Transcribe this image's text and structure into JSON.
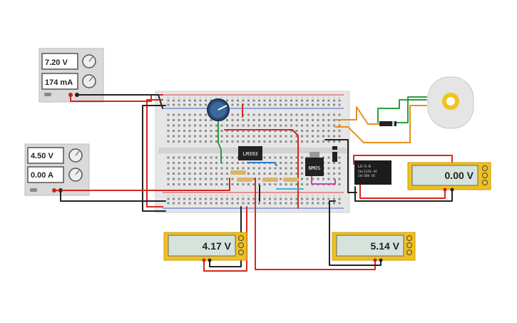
{
  "supply1": {
    "voltage": "7.20 V",
    "current": "174 mA"
  },
  "supply2": {
    "voltage": "4.50 V",
    "current": "0.00 A"
  },
  "meters": {
    "m1": "0.00 V",
    "m2": "4.17 V",
    "m3": "5.14 V"
  },
  "chips": {
    "comparator": "LM393",
    "transistor": "NMOS",
    "relay_line1": "LU-5-R",
    "relay_line2": "5A/125V AC",
    "relay_line3": "5A/30V DC"
  },
  "colors": {
    "meter_yellow": "#f0c020",
    "lcd_green": "#d6e3dc",
    "wire_red": "#d6281e",
    "wire_black": "#222222",
    "wire_green": "#2e9d3a",
    "wire_orange": "#e5901e",
    "wire_blue": "#2a7fd0",
    "wire_magenta": "#d23fb0",
    "wire_cyan": "#37b5d4"
  }
}
